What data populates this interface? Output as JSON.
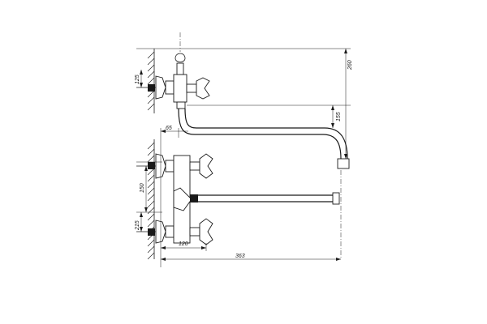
{
  "dimensions": {
    "top_height": "260",
    "upper_spacing": "125",
    "wall_offset": "65",
    "spout_drop": "155",
    "mid_spacing": "150",
    "lower_spacing": "215",
    "lower_reach": "120",
    "total_reach": "363"
  }
}
